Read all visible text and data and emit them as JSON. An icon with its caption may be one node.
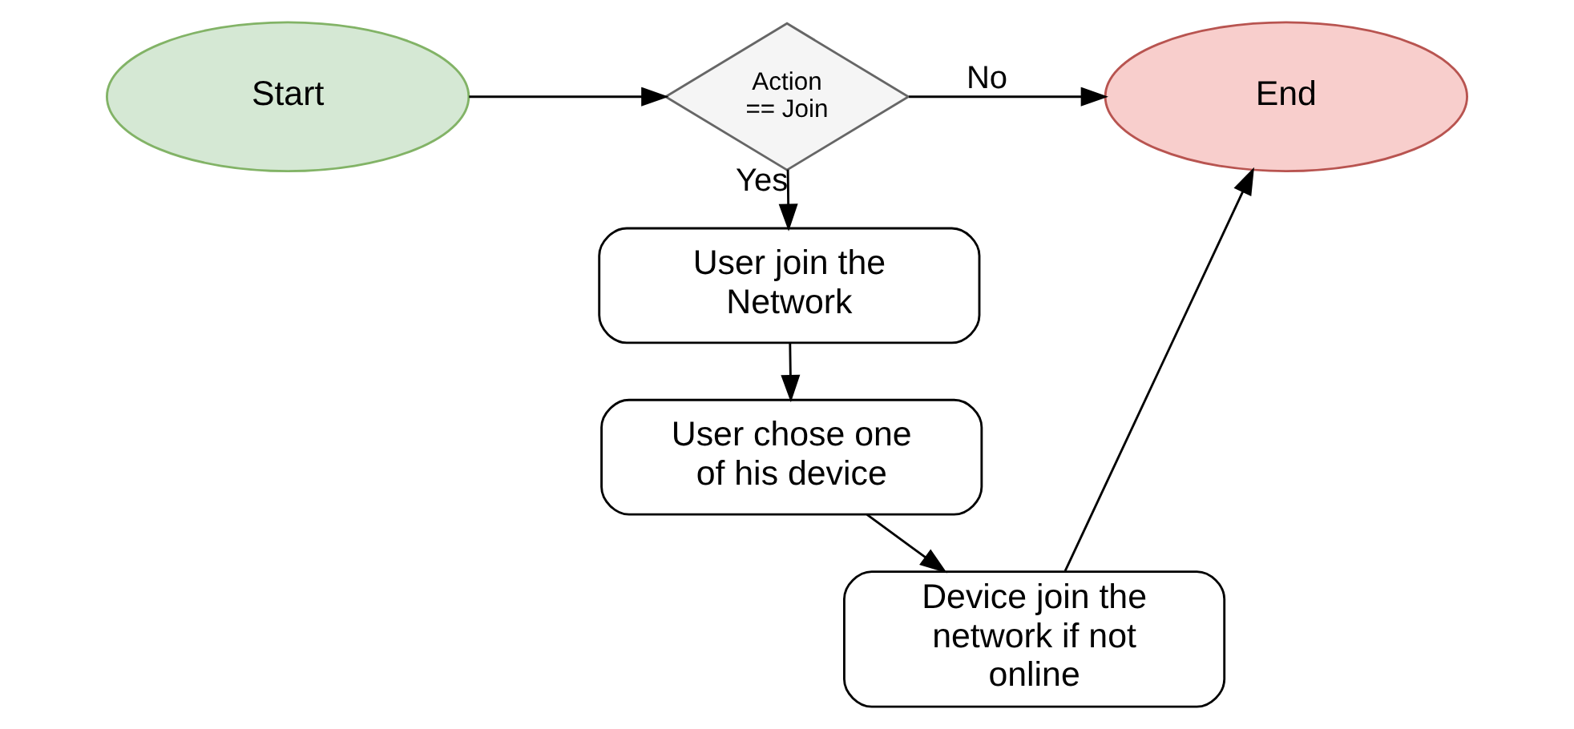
{
  "diagram": {
    "nodes": [
      {
        "text": [
          "Start"
        ]
      },
      {
        "text": [
          "Action == Join"
        ]
      },
      {
        "text": [
          "End"
        ]
      },
      {
        "text": [
          "User join the Network"
        ]
      },
      {
        "text": [
          "User chose one of his device"
        ]
      },
      {
        "text": [
          "Device join the network if not online"
        ]
      }
    ],
    "edges": [
      {
        "from": 0,
        "to": 1,
        "arrow": "to"
      },
      {
        "from": 1,
        "to": 2,
        "arrow": "to",
        "label": "No"
      },
      {
        "from": 1,
        "to": 3,
        "arrow": "to",
        "label": "Yes"
      },
      {
        "from": 3,
        "to": 4,
        "arrow": "to"
      },
      {
        "from": 4,
        "to": 5,
        "arrow": "to"
      },
      {
        "from": 5,
        "to": 2,
        "arrow": "to"
      }
    ]
  }
}
